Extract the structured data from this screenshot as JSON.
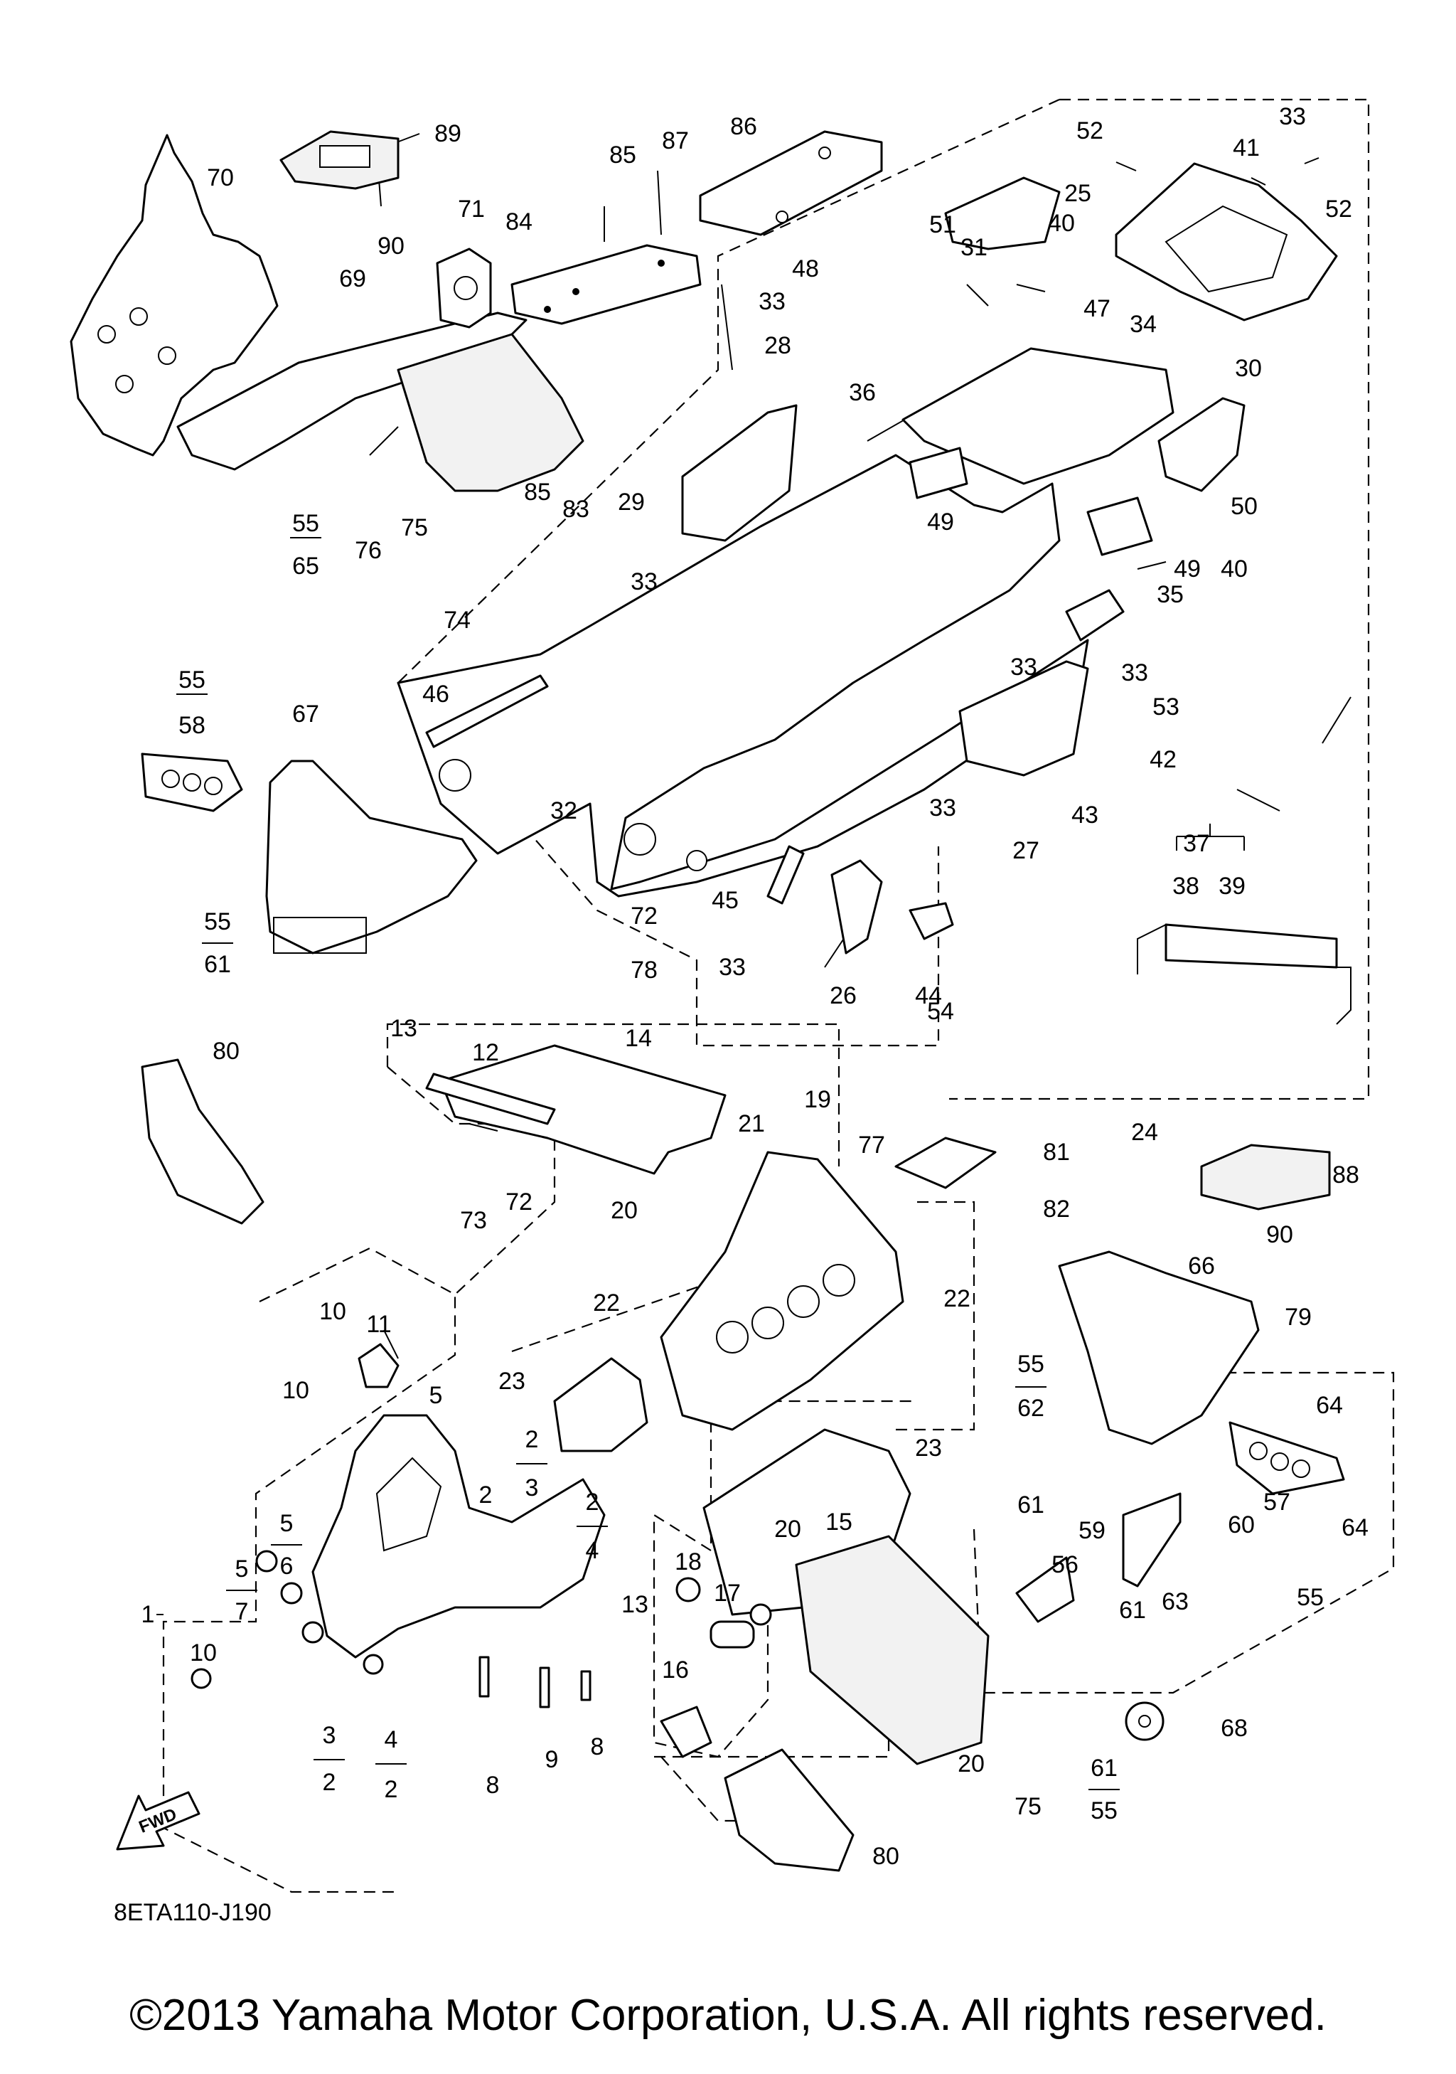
{
  "diagram": {
    "code": "8ETA110-J190",
    "fwd_label": "FWD",
    "labels": [
      "1",
      "2",
      "3",
      "4",
      "5",
      "6",
      "7",
      "8",
      "9",
      "10",
      "11",
      "12",
      "13",
      "14",
      "15",
      "16",
      "17",
      "18",
      "19",
      "20",
      "21",
      "22",
      "23",
      "24",
      "25",
      "26",
      "27",
      "28",
      "29",
      "30",
      "31",
      "32",
      "33",
      "34",
      "35",
      "36",
      "37",
      "38",
      "39",
      "40",
      "41",
      "42",
      "43",
      "44",
      "45",
      "46",
      "47",
      "48",
      "49",
      "50",
      "51",
      "52",
      "53",
      "54",
      "55",
      "56",
      "57",
      "58",
      "59",
      "60",
      "61",
      "62",
      "63",
      "64",
      "65",
      "66",
      "67",
      "68",
      "69",
      "70",
      "71",
      "72",
      "73",
      "74",
      "75",
      "76",
      "77",
      "78",
      "79",
      "80",
      "81",
      "82",
      "83",
      "84",
      "85",
      "86",
      "87",
      "88",
      "89",
      "90"
    ]
  },
  "footer": {
    "copyright": "©2013 Yamaha Motor Corporation, U.S.A. All rights reserved."
  }
}
